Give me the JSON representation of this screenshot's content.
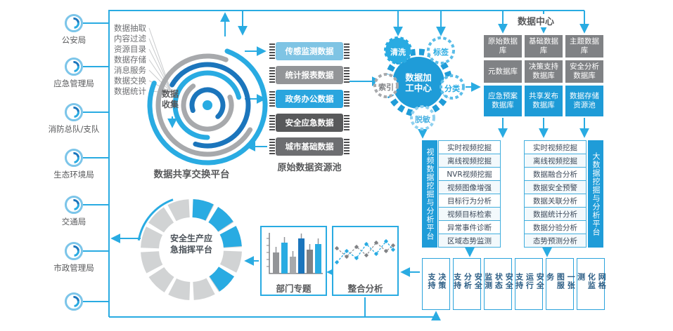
{
  "colors": {
    "accent": "#29abe2",
    "dark_blue": "#1b75bc",
    "gray": "#808285",
    "db_blue": "#1e9bd7"
  },
  "agencies": {
    "items": [
      "公安局",
      "应急管理局",
      "消防总队/支队",
      "生态环境局",
      "交通局",
      "市政管理局"
    ]
  },
  "collection": {
    "ops": [
      "数据抽取",
      "内容过滤",
      "资源目录",
      "数据存储",
      "消息服务",
      "数据交换",
      "数据统计"
    ],
    "collect_label": "数据收集",
    "platform_label": "数据共享交换平台"
  },
  "raw_pool": {
    "title": "原始数据资源池",
    "items": [
      "传感监测数据",
      "统计报表数据",
      "政务办公数据",
      "安全应急数据",
      "城市基础数据"
    ]
  },
  "processing": {
    "center_label": "数据加工中心",
    "satellites": [
      "清洗",
      "标签",
      "索引",
      "分类",
      "脱敏"
    ]
  },
  "data_center": {
    "title": "数据中心",
    "cells": [
      "原始数据库",
      "基础数据库",
      "主题数据库",
      "元数据库",
      "决策支持数据库",
      "安全分析数据库",
      "应急预案数据库",
      "共享发布数据库",
      "数据存储资源池"
    ]
  },
  "video_platform": {
    "side_label": "视频数据挖掘与分析平台",
    "items": [
      "实时视频挖掘",
      "离线视频挖掘",
      "NVR视频挖掘",
      "视频图像增强",
      "目标行为分析",
      "视频目标检索",
      "异常事件诊断",
      "区域态势监测"
    ]
  },
  "bigdata_platform": {
    "side_label": "大数据挖掘与分析平台",
    "items": [
      "实时视频挖掘",
      "离线视频挖掘",
      "数据融合分析",
      "数据安全预警",
      "数据关联分析",
      "数据统计分析",
      "数据分验分析",
      "态势预测分析"
    ]
  },
  "services": {
    "items": [
      "决策支持",
      "安全分析支持",
      "安全状态监测",
      "安全运行支持",
      "一张图服务",
      "网格化监测"
    ]
  },
  "charts": {
    "dept_label": "部门专题",
    "integration_label": "整合分析"
  },
  "command_platform": {
    "label": "安全生产应急指挥平台"
  }
}
